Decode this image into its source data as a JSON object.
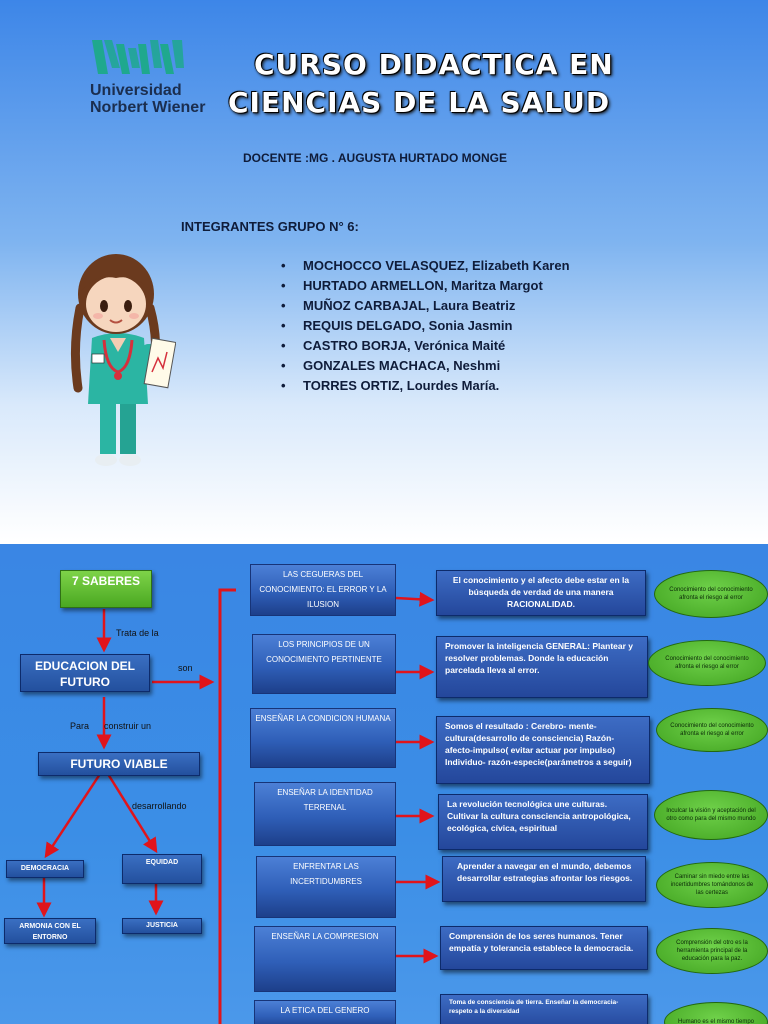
{
  "slide1": {
    "logo": {
      "line1": "Universidad",
      "line2": "Norbert Wiener",
      "icon": "norbert-wiener-logo-icon",
      "color": "#1fa88e"
    },
    "title_line1": "CURSO DIDACTICA EN",
    "title_line2": "CIENCIAS DE LA SALUD",
    "docente": "DOCENTE :MG .   AUGUSTA HURTADO MONGE",
    "grupo": "INTEGRANTES GRUPO N° 6:",
    "bullet": "•",
    "members": [
      "MOCHOCCO VELASQUEZ, Elizabeth Karen",
      "HURTADO ARMELLON, Maritza Margot",
      "MUÑOZ CARBAJAL, Laura Beatriz",
      "REQUIS DELGADO, Sonia Jasmin",
      "CASTRO BORJA, Verónica Maité",
      "GONZALES MACHACA, Neshmi",
      "TORRES ORTIZ, Lourdes María."
    ],
    "illustration": "nurse-illustration-icon"
  },
  "slide2": {
    "saberes": "7 SABERES",
    "trata": "Trata de la",
    "educacion": "EDUCACION DEL FUTURO",
    "son": "son",
    "para": "Para",
    "construir": "construir un",
    "futuro": "FUTURO VIABLE",
    "desarrollando": "desarrollando",
    "democracia": "DEMOCRACIA",
    "equidad": "EQUIDAD",
    "armonia": "ARMONIA CON EL ENTORNO",
    "justicia": "JUSTICIA",
    "rows": [
      {
        "topic": "LAS CEGUERAS DEL CONOCIMIENTO: EL ERROR Y LA ILUSION",
        "desc": "El conocimiento y el afecto debe estar en la búsqueda de verdad de una manera RACIONALIDAD.",
        "oval": "Conocimiento del conocimiento afronta el riesgo al error"
      },
      {
        "topic": "LOS PRINCIPIOS DE UN CONOCIMIENTO PERTINENTE",
        "desc": "Promover la inteligencia GENERAL: Plantear y resolver problemas. Donde la educación parcelada lleva al error.",
        "oval": "Conocimiento del conocimiento afronta el riesgo al error"
      },
      {
        "topic": "ENSEÑAR LA CONDICION HUMANA",
        "desc": "Somos el resultado : Cerebro- mente- cultura(desarrollo de consciencia) Razón-afecto-impulso( evitar actuar por impulso) Individuo- razón-especie(parámetros a seguir)",
        "oval": "Conocimiento del conocimiento afronta el riesgo al error"
      },
      {
        "topic": "ENSEÑAR LA IDENTIDAD TERRENAL",
        "desc": "La revolución tecnológica une culturas. Cultivar la cultura consciencia antropológica, ecológica, cívica, espiritual",
        "oval": "Inculcar la visión y aceptación del otro como para del mismo mundo"
      },
      {
        "topic": "ENFRENTAR LAS INCERTIDUMBRES",
        "desc": "Aprender a navegar en el mundo, debemos desarrollar estrategias afrontar los riesgos.",
        "oval": "Caminar sin miedo entre las incertidumbres tomándonos de las certezas"
      },
      {
        "topic": "ENSEÑAR LA COMPRESION",
        "desc": "Comprensión de los seres humanos. Tener empatía y tolerancia establece la democracia.",
        "oval": "Comprensión del otro es la herramienta principal de la educación para la paz."
      },
      {
        "topic": "LA ETICA DEL GENERO",
        "desc": "Toma de consciencia de tierra. Enseñar la democracia-respeto a la diversidad",
        "oval": "Humano es el mismo tiempo"
      }
    ]
  },
  "colors": {
    "green": "#4aa821",
    "topic_blue": "#2f5fb8",
    "arrow_red": "#e0141b",
    "slide_blue": "#3a86e4"
  }
}
